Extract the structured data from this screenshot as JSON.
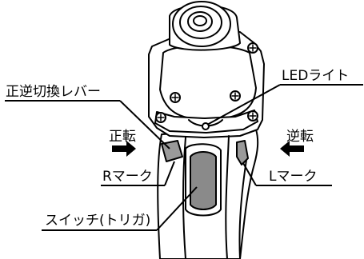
{
  "labels": {
    "reverse_switch": "正逆切換レバー",
    "forward": "正転",
    "reverse": "逆転",
    "led_light": "LEDライト",
    "r_mark": "Rマーク",
    "l_mark": "Lマーク",
    "trigger": "スイッチ(トリガ)"
  },
  "colors": {
    "outline": "#000000",
    "grip_fill": "#8a8a8a",
    "lever_fill": "#9a9a9a",
    "background": "#ffffff"
  }
}
